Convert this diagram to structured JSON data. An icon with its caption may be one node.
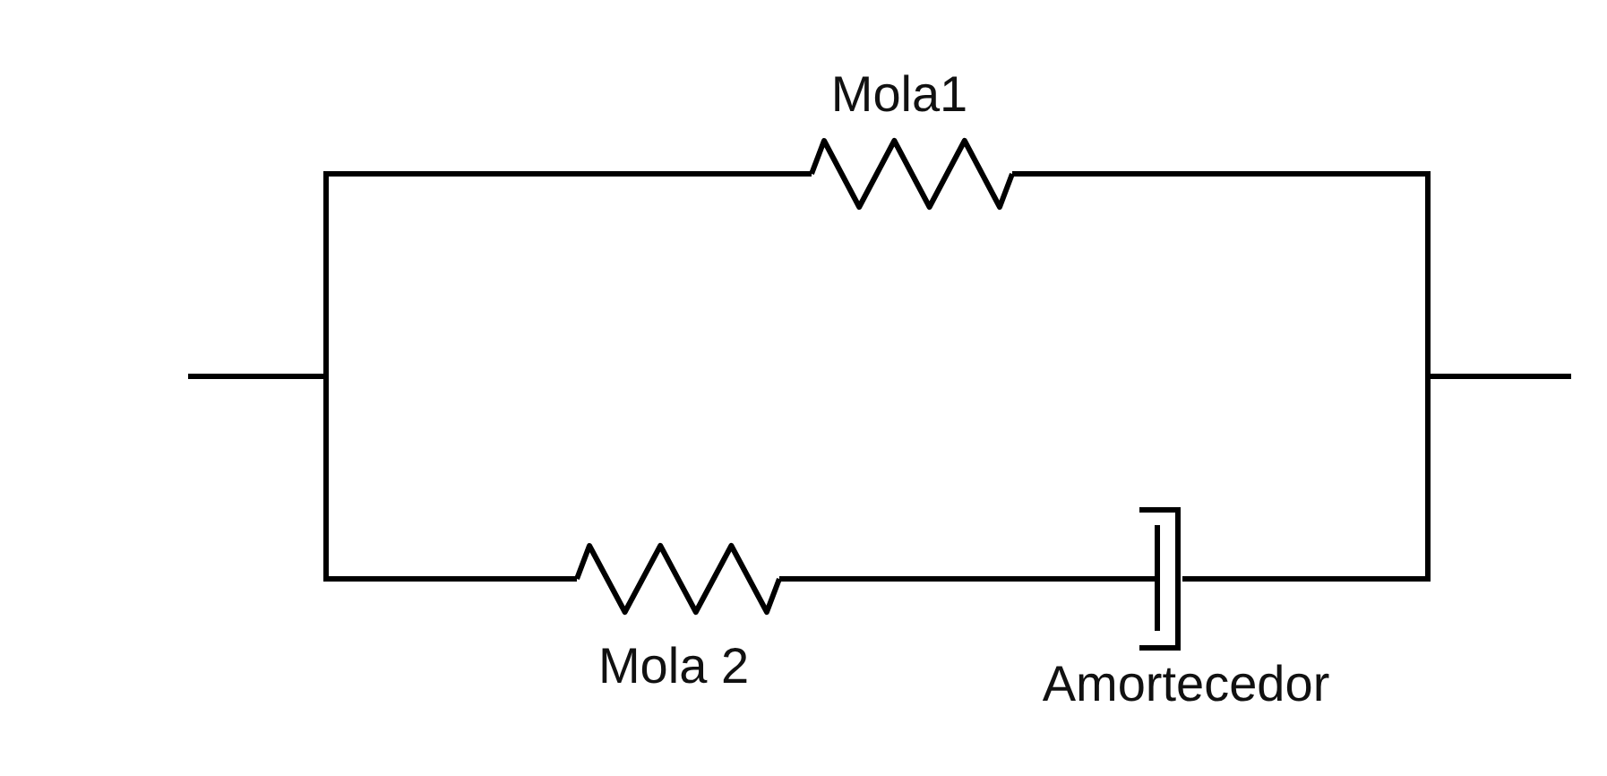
{
  "diagram": {
    "nodes": [
      {
        "text": [
          "Mola1"
        ]
      },
      {
        "text": [
          "Mola 2"
        ]
      },
      {
        "text": [
          "Amortecedor"
        ]
      }
    ],
    "edges": [
      {
        "from": null,
        "to": 0,
        "arrow": "none"
      },
      {
        "from": null,
        "to": 1,
        "arrow": "none"
      },
      {
        "from": 1,
        "to": 2,
        "arrow": "none"
      },
      {
        "from": 0,
        "to": null,
        "arrow": "none"
      },
      {
        "from": 2,
        "to": null,
        "arrow": "none"
      }
    ]
  }
}
